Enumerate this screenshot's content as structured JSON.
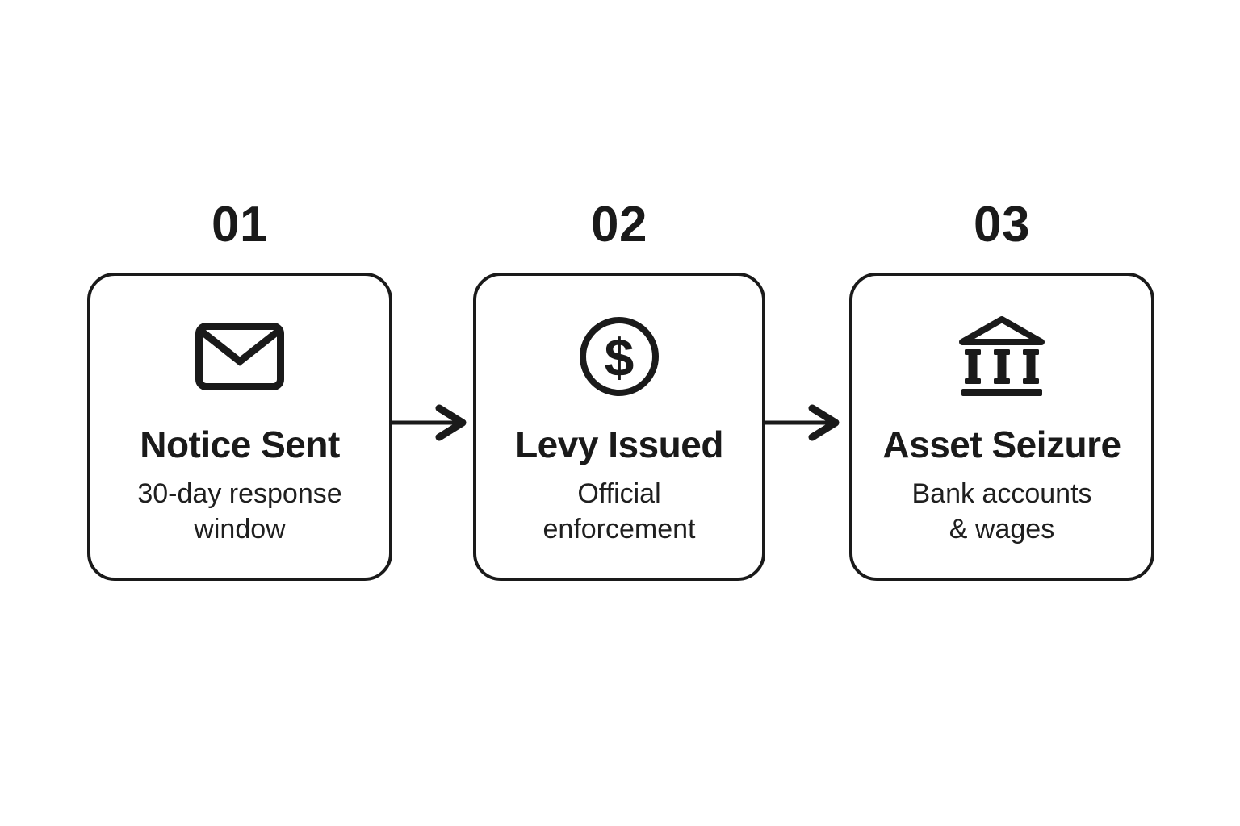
{
  "background_color": "#ffffff",
  "ink_color": "#1a1a1a",
  "diagram": {
    "type": "process-flow",
    "steps": [
      {
        "number": "01",
        "icon": "envelope-icon",
        "title": "Notice Sent",
        "subtitle_line1": "30-day response",
        "subtitle_line2": "window"
      },
      {
        "number": "02",
        "icon": "dollar-circle-icon",
        "icon_glyph": "$",
        "title": "Levy Issued",
        "subtitle_line1": "Official",
        "subtitle_line2": "enforcement"
      },
      {
        "number": "03",
        "icon": "bank-icon",
        "title": "Asset Seizure",
        "subtitle_line1": "Bank accounts",
        "subtitle_line2": "& wages"
      }
    ],
    "connectors": [
      {
        "type": "arrow-right"
      },
      {
        "type": "arrow-right"
      }
    ]
  }
}
